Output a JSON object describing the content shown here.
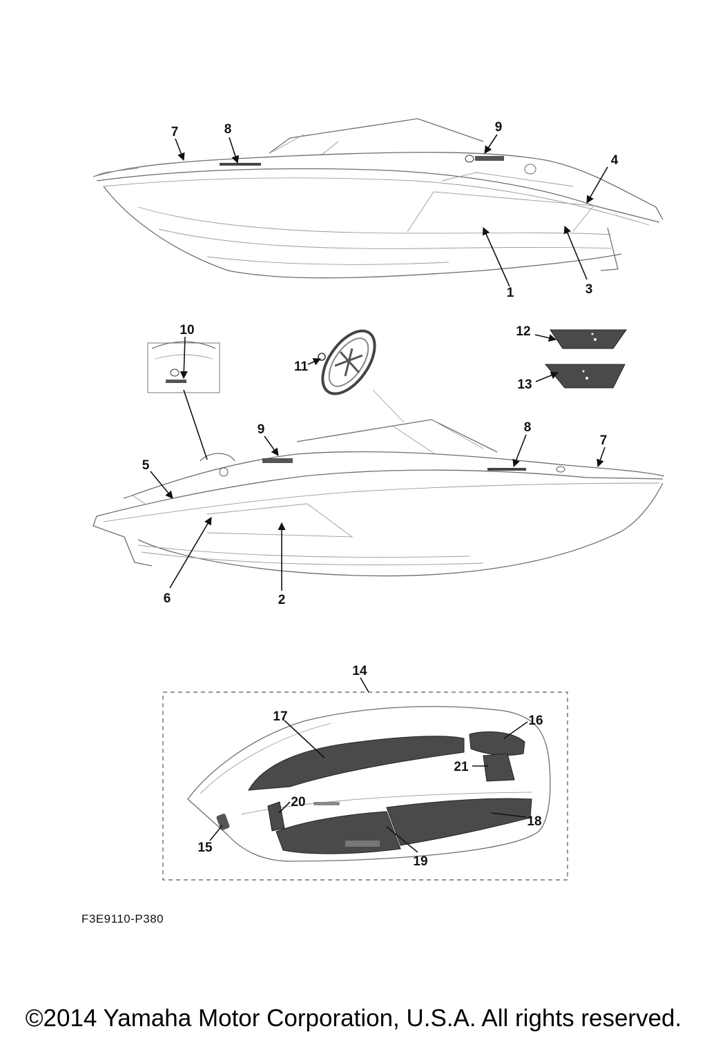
{
  "figure": {
    "part_code": "F3E9110-P380",
    "copyright": "©2014 Yamaha Motor Corporation, U.S.A. All rights reserved."
  },
  "callouts": {
    "c1": "1",
    "c2": "2",
    "c3": "3",
    "c4": "4",
    "c5": "5",
    "c6": "6",
    "c7a": "7",
    "c7b": "7",
    "c8a": "8",
    "c8b": "8",
    "c9a": "9",
    "c9b": "9",
    "c10": "10",
    "c11": "11",
    "c12": "12",
    "c13": "13",
    "c14": "14",
    "c15": "15",
    "c16": "16",
    "c17": "17",
    "c18": "18",
    "c19": "19",
    "c20": "20",
    "c21": "21"
  }
}
